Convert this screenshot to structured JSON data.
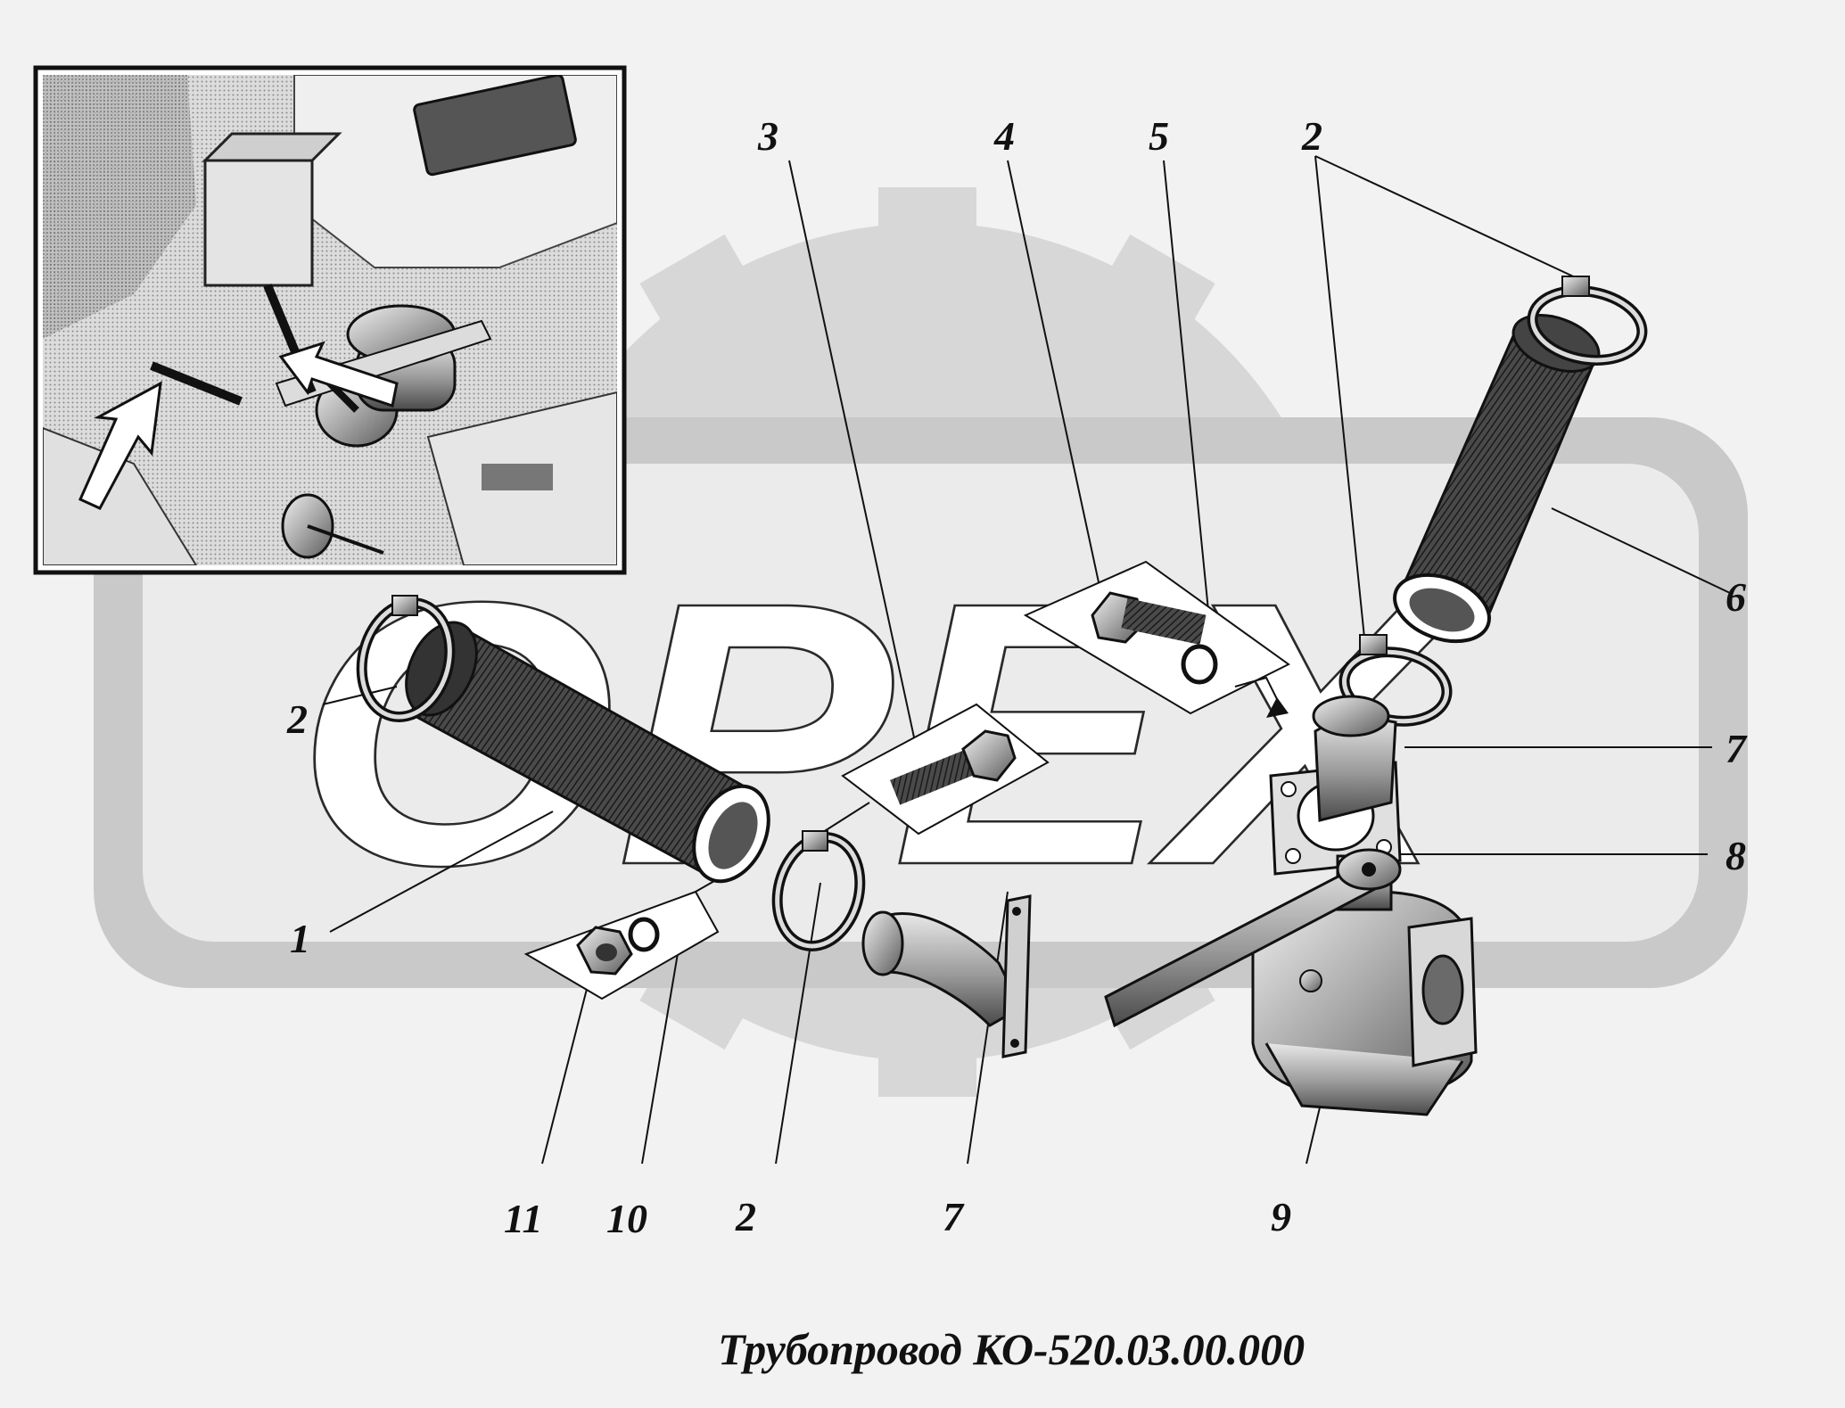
{
  "caption": "Трубопровод КО-520.03.00.000",
  "watermark": {
    "text": "OPEX",
    "gear_color": "#d7d7d7",
    "band_color": "#c9c9c9"
  },
  "callouts": [
    {
      "id": "c1",
      "text": "1"
    },
    {
      "id": "c2a",
      "text": "2"
    },
    {
      "id": "c2b",
      "text": "2"
    },
    {
      "id": "c2c",
      "text": "2"
    },
    {
      "id": "c3",
      "text": "3"
    },
    {
      "id": "c4",
      "text": "4"
    },
    {
      "id": "c5",
      "text": "5"
    },
    {
      "id": "c6",
      "text": "6"
    },
    {
      "id": "c7a",
      "text": "7"
    },
    {
      "id": "c7b",
      "text": "7"
    },
    {
      "id": "c8",
      "text": "8"
    },
    {
      "id": "c9",
      "text": "9"
    },
    {
      "id": "c10",
      "text": "10"
    },
    {
      "id": "c11",
      "text": "11"
    }
  ],
  "parts": [
    {
      "number": "1",
      "name": "hose"
    },
    {
      "number": "2",
      "name": "hose-clamp"
    },
    {
      "number": "3",
      "name": "bolt"
    },
    {
      "number": "4",
      "name": "bolt"
    },
    {
      "number": "5",
      "name": "spring-washer"
    },
    {
      "number": "6",
      "name": "hose"
    },
    {
      "number": "7",
      "name": "elbow-pipe"
    },
    {
      "number": "8",
      "name": "gasket"
    },
    {
      "number": "9",
      "name": "valve"
    },
    {
      "number": "10",
      "name": "spring-washer"
    },
    {
      "number": "11",
      "name": "nut"
    }
  ]
}
